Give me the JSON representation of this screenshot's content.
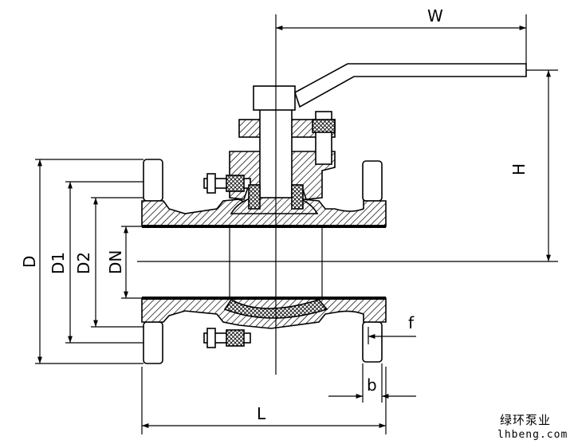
{
  "dimensions": {
    "W": "W",
    "H": "H",
    "D": "D",
    "D1": "D1",
    "D2": "D2",
    "DN": "DN",
    "L": "L",
    "f": "f",
    "b": "b"
  },
  "watermark": {
    "line1": "绿环泵业",
    "line2": "lhbeng.com"
  }
}
